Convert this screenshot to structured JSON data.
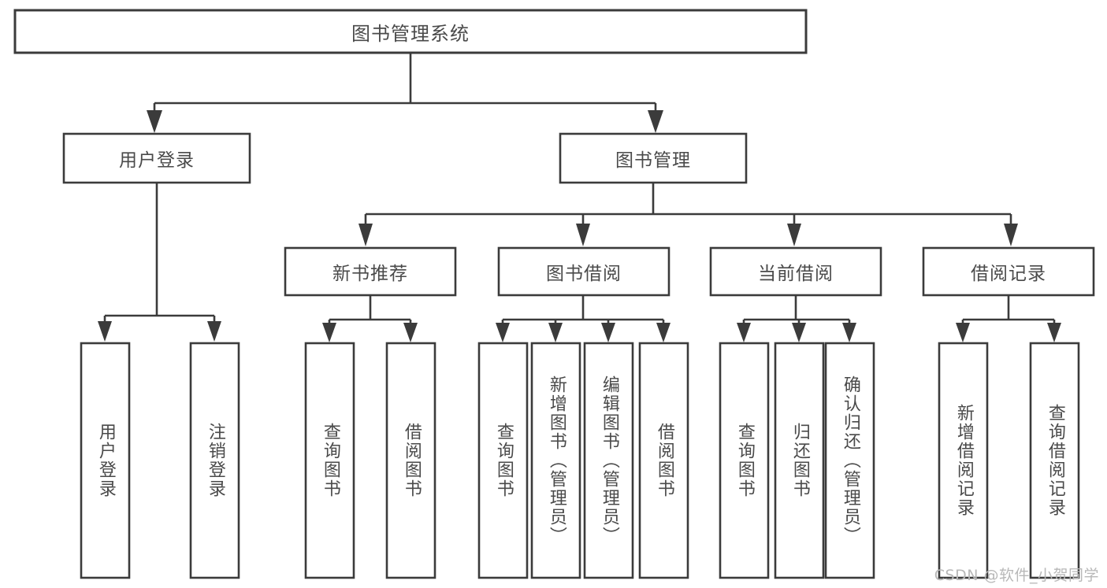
{
  "diagram": {
    "type": "tree",
    "title": "图书管理系统",
    "orientation": "top-down",
    "levels": 4,
    "nodes": {
      "root": {
        "label": "图书管理系统"
      },
      "level2": [
        {
          "label": "用户登录"
        },
        {
          "label": "图书管理"
        }
      ],
      "level3": [
        {
          "label": "新书推荐"
        },
        {
          "label": "图书借阅"
        },
        {
          "label": "当前借阅"
        },
        {
          "label": "借阅记录"
        }
      ],
      "leaves_user_login": [
        {
          "label": "用户登录"
        },
        {
          "label": "注销登录"
        }
      ],
      "leaves_new_book": [
        {
          "label": "查询图书"
        },
        {
          "label": "借阅图书"
        }
      ],
      "leaves_borrow": [
        {
          "label": "查询图书"
        },
        {
          "label": "新增图书（管理员）"
        },
        {
          "label": "编辑图书（管理员）"
        },
        {
          "label": "借阅图书"
        }
      ],
      "leaves_current": [
        {
          "label": "查询图书"
        },
        {
          "label": "归还图书"
        },
        {
          "label": "确认归还（管理员）"
        }
      ],
      "leaves_record": [
        {
          "label": "新增借阅记录"
        },
        {
          "label": "查询借阅记录"
        }
      ]
    },
    "colors": {
      "stroke": "#3b3b3b",
      "fill": "#ffffff",
      "text": "#4a4a4a",
      "watermark": "#b8b8b8"
    }
  },
  "watermark": {
    "text": "CSDN @软件_小贺同学"
  }
}
